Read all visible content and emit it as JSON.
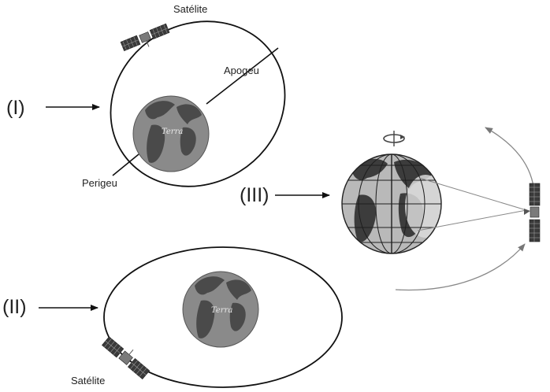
{
  "labels": {
    "panel1": "(I)",
    "panel2": "(II)",
    "panel3": "(III)",
    "satellite_top": "Satélite",
    "satellite_bottom": "Satélite",
    "apogee": "Apogeu",
    "perigee": "Perigeu",
    "earth1": "Terra",
    "earth2": "Terra"
  },
  "colors": {
    "line": "#111111",
    "earth_ocean": "#8a8a8a",
    "earth_land": "#4a4a4a",
    "globe_ocean": "#b9b9b9",
    "globe_land": "#3c3c3c",
    "globe_highlight": "#d9d9d9",
    "arc": "#888888"
  }
}
